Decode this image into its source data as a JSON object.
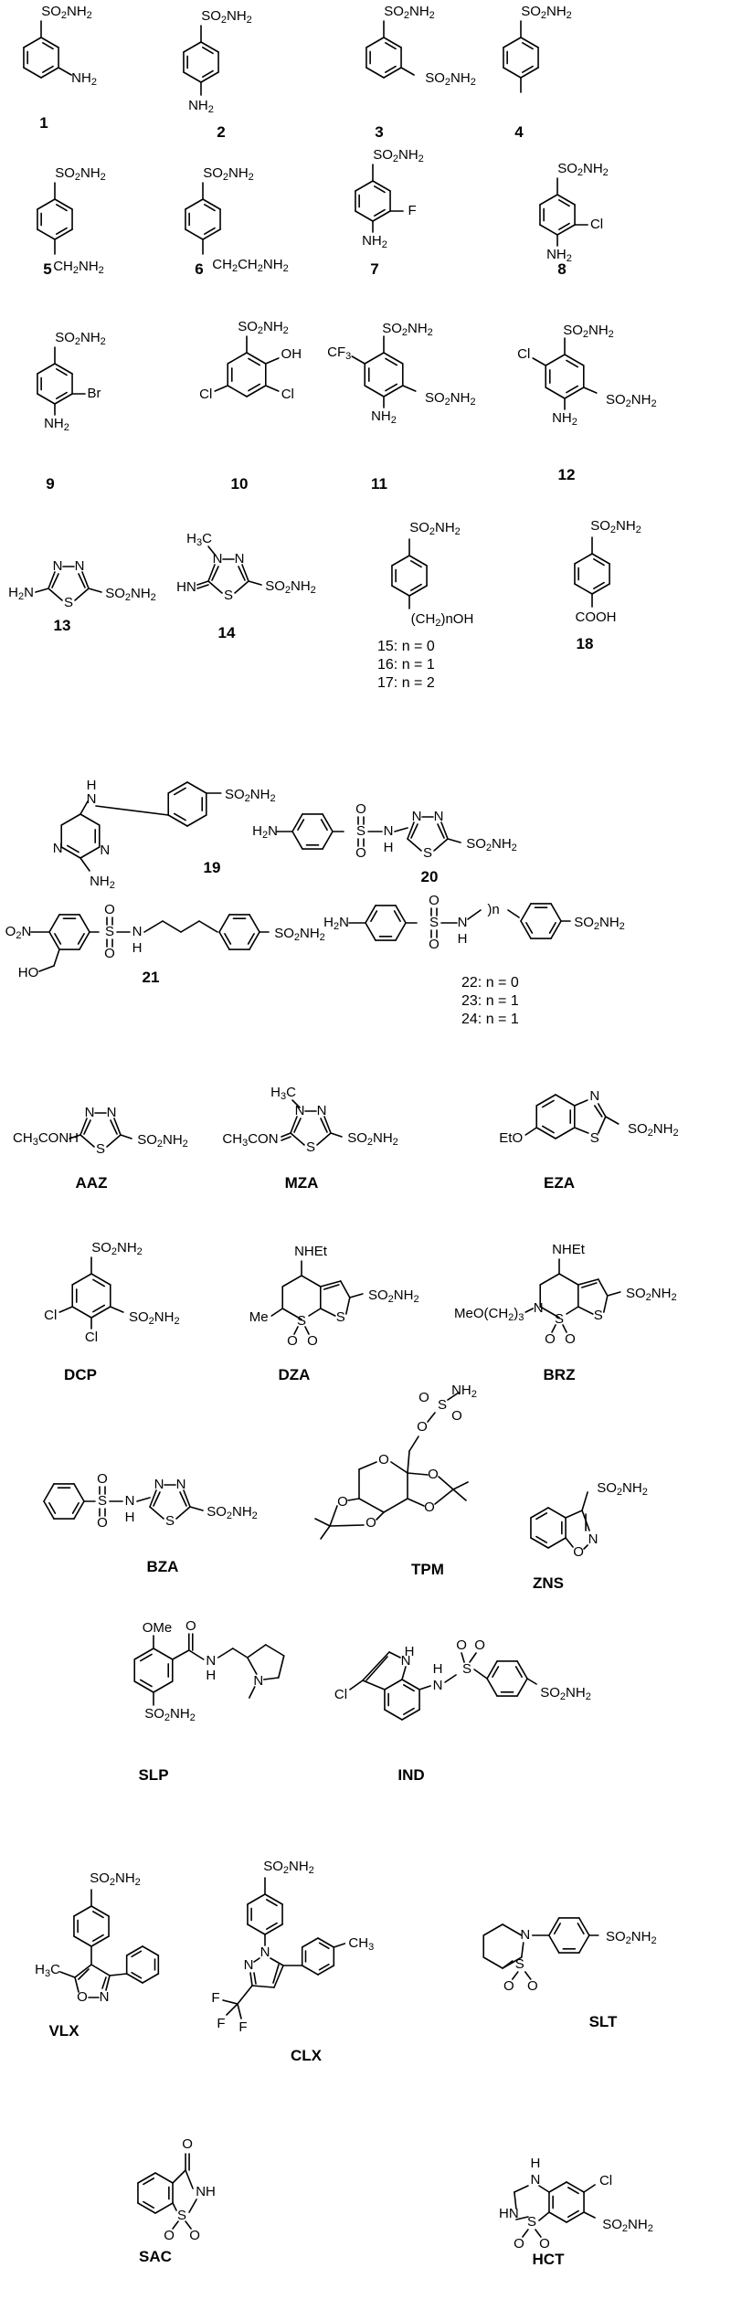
{
  "structures": [
    {
      "id": "1",
      "labels": [
        "SO2NH2",
        "NH2"
      ]
    },
    {
      "id": "2",
      "labels": [
        "SO2NH2",
        "NH2"
      ]
    },
    {
      "id": "3",
      "labels": [
        "SO2NH2",
        "SO2NH2"
      ]
    },
    {
      "id": "4",
      "labels": [
        "SO2NH2"
      ]
    },
    {
      "id": "5",
      "labels": [
        "SO2NH2",
        "CH2NH2"
      ]
    },
    {
      "id": "6",
      "labels": [
        "SO2NH2",
        "CH2CH2NH2"
      ]
    },
    {
      "id": "7",
      "labels": [
        "SO2NH2",
        "F",
        "NH2"
      ]
    },
    {
      "id": "8",
      "labels": [
        "SO2NH2",
        "Cl",
        "NH2"
      ]
    },
    {
      "id": "9",
      "labels": [
        "SO2NH2",
        "Br",
        "NH2"
      ]
    },
    {
      "id": "10",
      "labels": [
        "SO2NH2",
        "OH",
        "Cl",
        "Cl"
      ]
    },
    {
      "id": "11",
      "labels": [
        "CF3",
        "SO2NH2",
        "SO2NH2",
        "NH2"
      ]
    },
    {
      "id": "12",
      "labels": [
        "Cl",
        "SO2NH2",
        "SO2NH2",
        "NH2"
      ]
    },
    {
      "id": "13",
      "labels": [
        "N",
        "N",
        "H2N",
        "S",
        "SO2NH2"
      ]
    },
    {
      "id": "14",
      "labels": [
        "H3C",
        "N",
        "N",
        "HN",
        "S",
        "SO2NH2"
      ]
    },
    {
      "id": "15-17",
      "labels": [
        "SO2NH2",
        "(CH2)nOH"
      ],
      "notes": [
        "15: n = 0",
        "16: n = 1",
        "17: n = 2"
      ]
    },
    {
      "id": "18",
      "labels": [
        "SO2NH2",
        "COOH"
      ]
    },
    {
      "id": "19",
      "labels": [
        "H",
        "N",
        "N",
        "N",
        "SO2NH2",
        "NH2"
      ]
    },
    {
      "id": "20",
      "labels": [
        "H2N",
        "S",
        "O",
        "O",
        "N",
        "H",
        "N",
        "N",
        "S",
        "SO2NH2"
      ]
    },
    {
      "id": "21",
      "labels": [
        "O2N",
        "S",
        "O",
        "O",
        "N",
        "H",
        "HO",
        "SO2NH2"
      ]
    },
    {
      "id": "22-24",
      "labels": [
        "H2N",
        "S",
        "O",
        "O",
        "N",
        "H",
        ")n",
        "SO2NH2"
      ],
      "notes": [
        "22: n = 0",
        "23: n = 1",
        "24: n = 1"
      ]
    },
    {
      "id": "AAZ",
      "labels": [
        "CH3CONH",
        "N",
        "N",
        "S",
        "SO2NH2"
      ]
    },
    {
      "id": "MZA",
      "labels": [
        "H3C",
        "N",
        "N",
        "CH3CON",
        "S",
        "SO2NH2"
      ]
    },
    {
      "id": "EZA",
      "labels": [
        "EtO",
        "S",
        "N",
        "SO2NH2"
      ]
    },
    {
      "id": "DCP",
      "labels": [
        "SO2NH2",
        "Cl",
        "Cl",
        "SO2NH2"
      ]
    },
    {
      "id": "DZA",
      "labels": [
        "NHEt",
        "Me",
        "S",
        "O",
        "O",
        "S",
        "SO2NH2"
      ]
    },
    {
      "id": "BRZ",
      "labels": [
        "NHEt",
        "MeO(CH2)3",
        "N",
        "S",
        "O",
        "O",
        "S",
        "SO2NH2"
      ]
    },
    {
      "id": "BZA",
      "labels": [
        "S",
        "O",
        "O",
        "N",
        "H",
        "N",
        "N",
        "S",
        "SO2NH2"
      ]
    },
    {
      "id": "TPM",
      "labels": [
        "O",
        "S",
        "O",
        "O",
        "NH2",
        "O",
        "O",
        "O",
        "O",
        "O"
      ]
    },
    {
      "id": "ZNS",
      "labels": [
        "SO2NH2",
        "O",
        "N"
      ]
    },
    {
      "id": "SLP",
      "labels": [
        "OMe",
        "O",
        "N",
        "H",
        "N",
        "SO2NH2"
      ]
    },
    {
      "id": "IND",
      "labels": [
        "H",
        "N",
        "Cl",
        "N",
        "H",
        "S",
        "O",
        "O",
        "SO2NH2"
      ]
    },
    {
      "id": "VLX",
      "labels": [
        "SO2NH2",
        "H3C",
        "O",
        "N"
      ]
    },
    {
      "id": "CLX",
      "labels": [
        "SO2NH2",
        "N",
        "N",
        "F",
        "F",
        "F",
        "CH3"
      ]
    },
    {
      "id": "SLT",
      "labels": [
        "N",
        "S",
        "O",
        "O",
        "SO2NH2"
      ]
    },
    {
      "id": "SAC",
      "labels": [
        "O",
        "NH",
        "S",
        "O",
        "O"
      ]
    },
    {
      "id": "HCT",
      "labels": [
        "H",
        "N",
        "Cl",
        "HN",
        "S",
        "O",
        "O",
        "SO2NH2"
      ]
    }
  ]
}
